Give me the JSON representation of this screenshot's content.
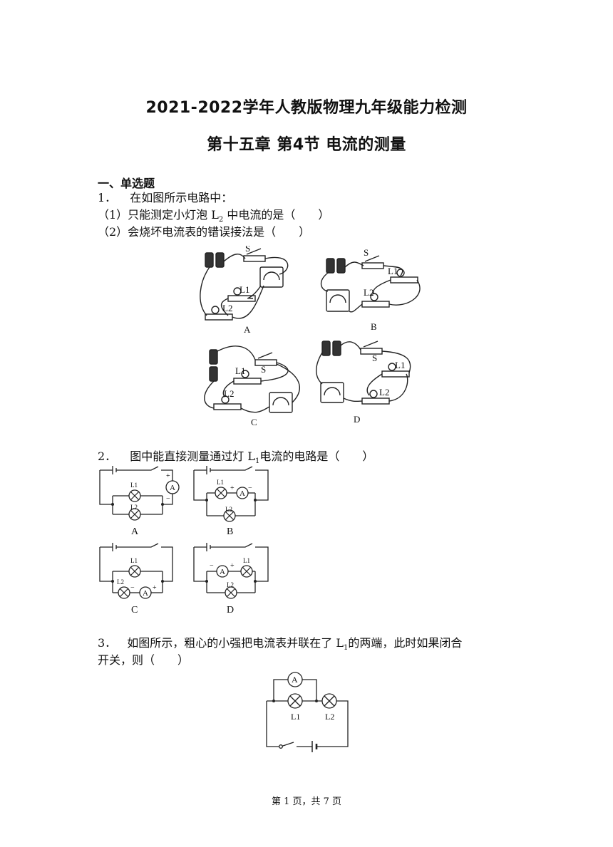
{
  "header": {
    "title": "2021-2022学年人教版物理九年级能力检测",
    "subtitle": "第十五章 第4节 电流的测量"
  },
  "section": {
    "label": "一、单选题"
  },
  "q1": {
    "num": "1．",
    "stem": "在如图所示电路中：",
    "part1_pre": "（1）只能测定小灯泡 L",
    "part1_sub": "2",
    "part1_post": " 中电流的是（　　）",
    "part2": "（2）会烧坏电流表的错误接法是（　　）",
    "fig_labels": [
      "A",
      "B",
      "C",
      "D"
    ],
    "switch_label": "S",
    "lamp1": "L1",
    "lamp2": "L2"
  },
  "q2": {
    "num": "2．",
    "stem_pre": "图中能直接测量通过灯 L",
    "stem_sub": "1",
    "stem_post": "电流的电路是（　　）",
    "fig_labels": [
      "A",
      "B",
      "C",
      "D"
    ],
    "meter": "A",
    "plus": "+",
    "minus": "−",
    "lamp1": "L1",
    "lamp2": "L2"
  },
  "q3": {
    "num": "3．",
    "stem_pre": "如图所示，粗心的小强把电流表并联在了 L",
    "stem_sub": "1",
    "stem_post": "的两端，此时如果闭合",
    "stem_line2": "开关，则（　　）",
    "meter": "A",
    "lamp1": "L1",
    "lamp2": "L2"
  },
  "footer": {
    "page": "第 1 页，共 7 页"
  }
}
